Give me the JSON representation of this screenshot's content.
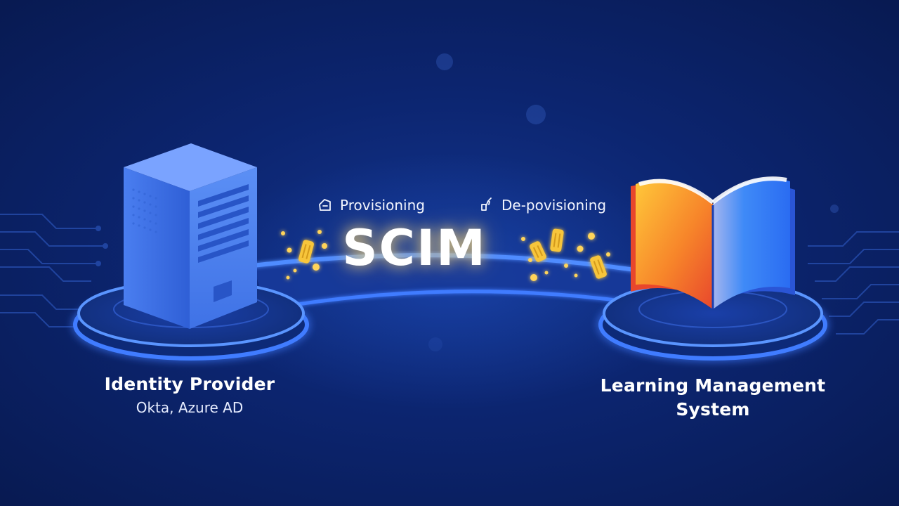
{
  "protocol": {
    "name": "SCIM"
  },
  "flows": {
    "provisioning_label": "Provisioning",
    "deprovisioning_label": "De-povisioning"
  },
  "identity_provider": {
    "title": "Identity Provider",
    "subtitle": "Okta, Azure AD"
  },
  "lms": {
    "title_line1": "Learning Management",
    "title_line2": "System"
  },
  "icons": {
    "provisioning": "tag-icon",
    "deprovisioning": "hand-pointer-icon",
    "identity_provider": "server-icon",
    "lms": "open-book-icon"
  },
  "colors": {
    "background": "#0c2570",
    "platform_glow": "#3f7bff",
    "server": "#4a7ef0",
    "book_left": "#f7a12a",
    "book_right": "#2f7cf6",
    "token": "#f7c53a"
  }
}
